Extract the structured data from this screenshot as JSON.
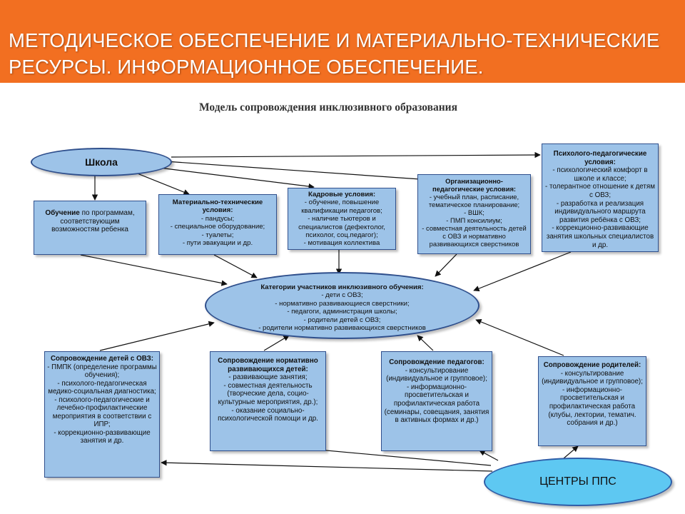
{
  "banner": {
    "title_line1": " МЕТОДИЧЕСКОЕ ОБЕСПЕЧЕНИЕ И МАТЕРИАЛЬНО-ТЕХНИЧЕСКИЕ",
    "title_line2": "РЕСУРСЫ. ИНФОРМАЦИОННОЕ ОБЕСПЕЧЕНИЕ."
  },
  "diagram": {
    "title": "Модель сопровождения инклюзивного образования",
    "school": "Школа",
    "learning": {
      "bold": "Обучение",
      "rest": " по программам, соответствующим возможностям ребенка"
    },
    "material": {
      "heading": "Материально-технические условия:",
      "lines": [
        "- пандусы;",
        "- специальное оборудование;",
        "- туалеты;",
        "- пути эвакуации и др."
      ]
    },
    "staff": {
      "heading": "Кадровые условия:",
      "lines": [
        "- обучение, повышение квалификации педагогов;",
        "- наличие тьютеров и специалистов (дефектолог, психолог, соц.педагог);",
        "- мотивация  коллектива"
      ]
    },
    "org": {
      "heading": "Организационно-педагогические условия:",
      "lines": [
        "- учебный план, расписание, тематическое планирование;",
        "- ВШК;",
        "- ПМП консилиум;",
        "- совместная деятельность детей с ОВЗ и нормативно развивающихся сверстников"
      ]
    },
    "psych": {
      "heading": "Психолого-педагогические условия:",
      "lines": [
        "- психологический комфорт в школе и классе;",
        "- толерантное отношение к детям с ОВЗ;",
        "- разработка и реализация индивидуального маршрута развития ребёнка с ОВЗ;",
        "- коррекционно-развивающие занятия школьных специалистов и др."
      ]
    },
    "categories": {
      "heading": "Категории участников инклюзивного обучения:",
      "lines": [
        "- дети с ОВЗ;",
        "- нормативно развивающиеся сверстники;",
        "- педагоги, администрация школы;",
        "- родители детей с ОВЗ;",
        "- родители нормативно развивающихся сверстников"
      ]
    },
    "support_children_ovz": {
      "heading": "Сопровождение детей с ОВЗ:",
      "lines": [
        "- ПМПК (определение программы обучения);",
        "- психолого-педагогическая медико-социальная диагностика;",
        "- психолого-педагогические и лечебно-профилактические мероприятия в соответствии с ИПР;",
        "- коррекционно-развивающие занятия и др."
      ]
    },
    "support_normative": {
      "heading": "Сопровождение нормативно развивающихся детей:",
      "lines": [
        "- развивающие занятия;",
        "- совместная деятельность (творческие дела, социо-культурные мероприятия, др.);",
        "- оказание социально-психологической помощи и др."
      ]
    },
    "support_teachers": {
      "heading": "Сопровождение педагогов:",
      "lines": [
        "- консультирование (индивидуальное и групповое);",
        "- информационно-просветительская и профилактическая работа (семинары, совещания, занятия в активных формах и др.)"
      ]
    },
    "support_parents": {
      "heading": "Сопровождение родителей:",
      "lines": [
        "- консультирование (индивидуальное и групповое);",
        "- информационно-просветительская и профилактическая работа (клубы, лектории, тематич. собрания и др.)"
      ]
    },
    "pps": "ЦЕНТРЫ ППС"
  }
}
